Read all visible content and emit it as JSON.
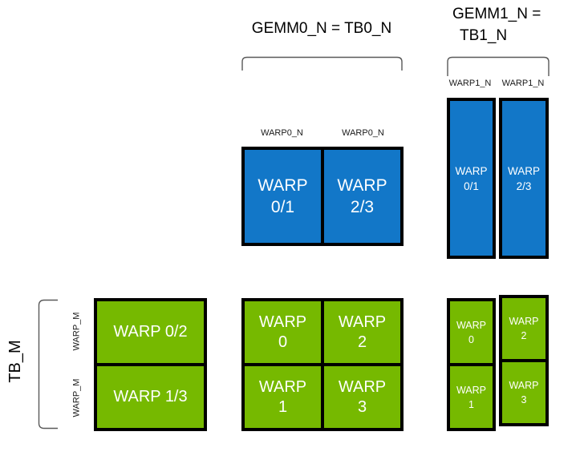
{
  "colors": {
    "blue": "#1277c8",
    "green": "#76b900",
    "border": "#000000",
    "bracket": "#595959"
  },
  "labels": {
    "gemm0": "GEMM0_N = TB0_N",
    "gemm1_line1": "GEMM1_N =",
    "gemm1_line2": "TB1_N",
    "tb_m": "TB_M",
    "warp0_n": [
      "WARP0_N",
      "WARP0_N"
    ],
    "warp1_n": [
      "WARP1_N",
      "WARP1_N"
    ],
    "warp_m": [
      "WARP_M",
      "WARP_M"
    ]
  },
  "gemm0_warp_tiles": {
    "cells": [
      {
        "line1": "WARP",
        "line2": "0/1"
      },
      {
        "line1": "WARP",
        "line2": "2/3"
      }
    ]
  },
  "gemm1_warp_tiles": {
    "cells": [
      {
        "line1": "WARP",
        "line2": "0/1"
      },
      {
        "line1": "WARP",
        "line2": "2/3"
      }
    ]
  },
  "accum_left": {
    "cells": [
      "WARP 0/2",
      "WARP 1/3"
    ]
  },
  "accum_mid": {
    "cells": [
      {
        "line1": "WARP",
        "line2": "0"
      },
      {
        "line1": "WARP",
        "line2": "2"
      },
      {
        "line1": "WARP",
        "line2": "1"
      },
      {
        "line1": "WARP",
        "line2": "3"
      }
    ]
  },
  "accum_right": {
    "cells": [
      {
        "line1": "WARP",
        "line2": "0"
      },
      {
        "line1": "WARP",
        "line2": "2"
      },
      {
        "line1": "WARP",
        "line2": "1"
      },
      {
        "line1": "WARP",
        "line2": "3"
      }
    ]
  }
}
